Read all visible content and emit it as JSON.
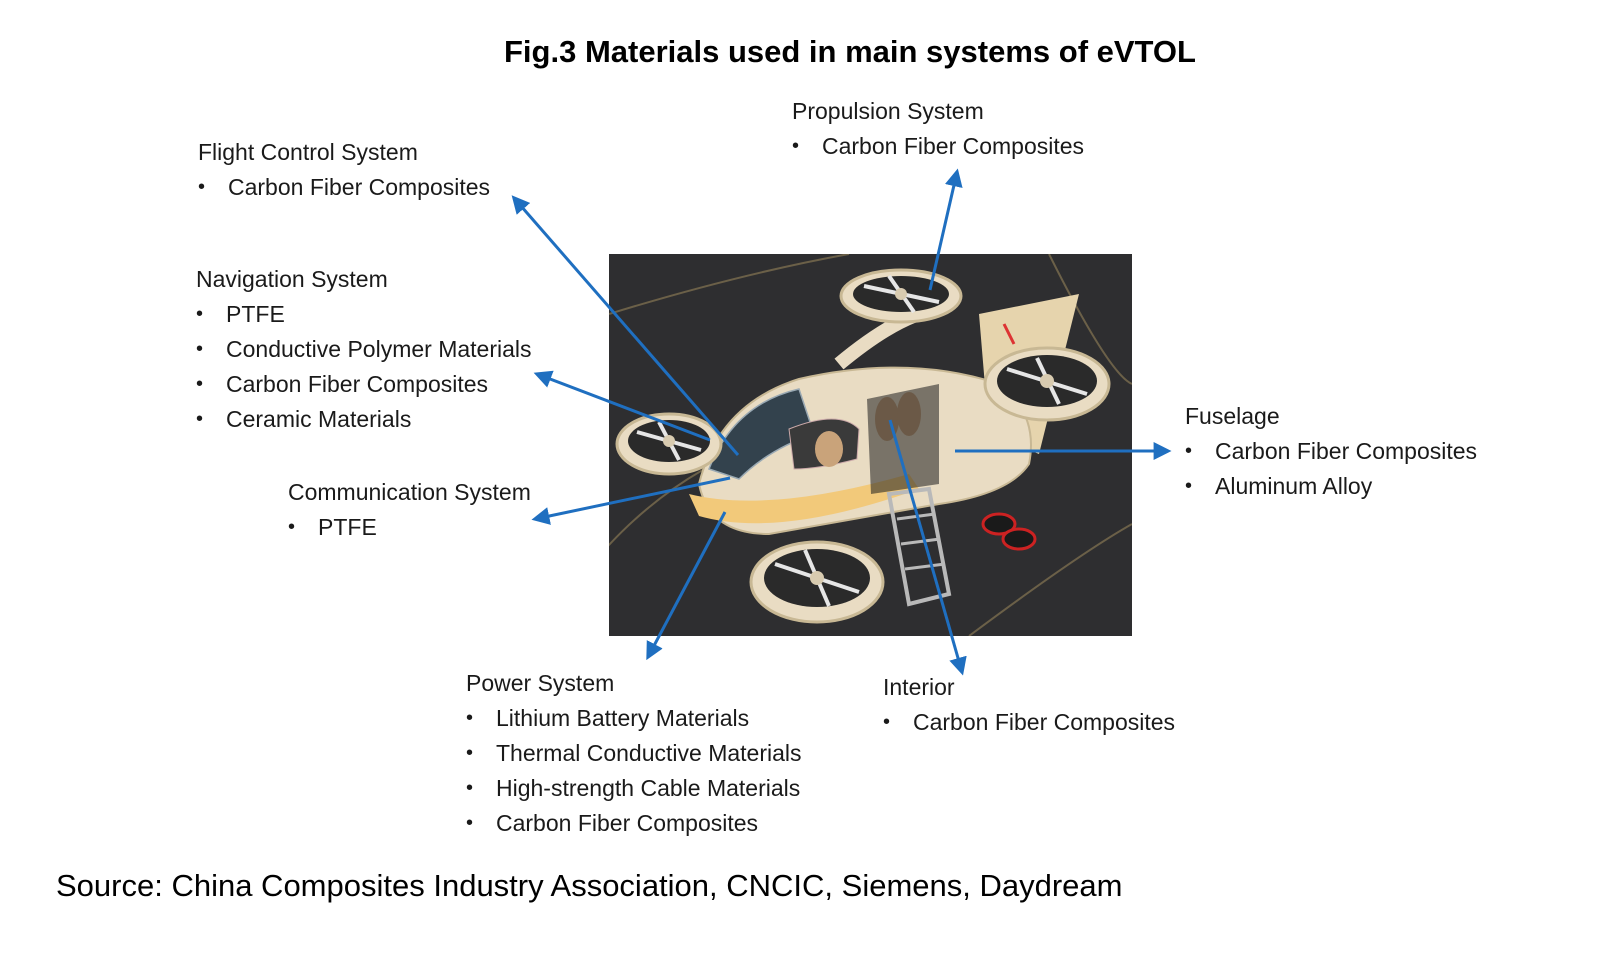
{
  "title": "Fig.3 Materials used in main systems of eVTOL",
  "source": "Source: China Composites Industry Association, CNCIC, Siemens, Daydream",
  "colors": {
    "arrow": "#1f6fc0",
    "ground": "#2e2e30",
    "body": "#e9dcc3",
    "accent": "#f2c97a"
  },
  "systems": {
    "propulsion": {
      "name": "Propulsion System",
      "materials": [
        "Carbon Fiber Composites"
      ]
    },
    "flight_control": {
      "name": "Flight Control System",
      "materials": [
        "Carbon Fiber Composites"
      ]
    },
    "navigation": {
      "name": "Navigation System",
      "materials": [
        "PTFE",
        "Conductive Polymer Materials",
        "Carbon Fiber Composites",
        "Ceramic Materials"
      ]
    },
    "communication": {
      "name": "Communication System",
      "materials": [
        "PTFE"
      ]
    },
    "fuselage": {
      "name": "Fuselage",
      "materials": [
        "Carbon Fiber Composites",
        "Aluminum Alloy"
      ]
    },
    "power": {
      "name": "Power System",
      "materials": [
        "Lithium Battery Materials",
        "Thermal Conductive Materials",
        "High-strength Cable Materials",
        "Carbon Fiber Composites"
      ]
    },
    "interior": {
      "name": "Interior",
      "materials": [
        "Carbon Fiber Composites"
      ]
    }
  }
}
